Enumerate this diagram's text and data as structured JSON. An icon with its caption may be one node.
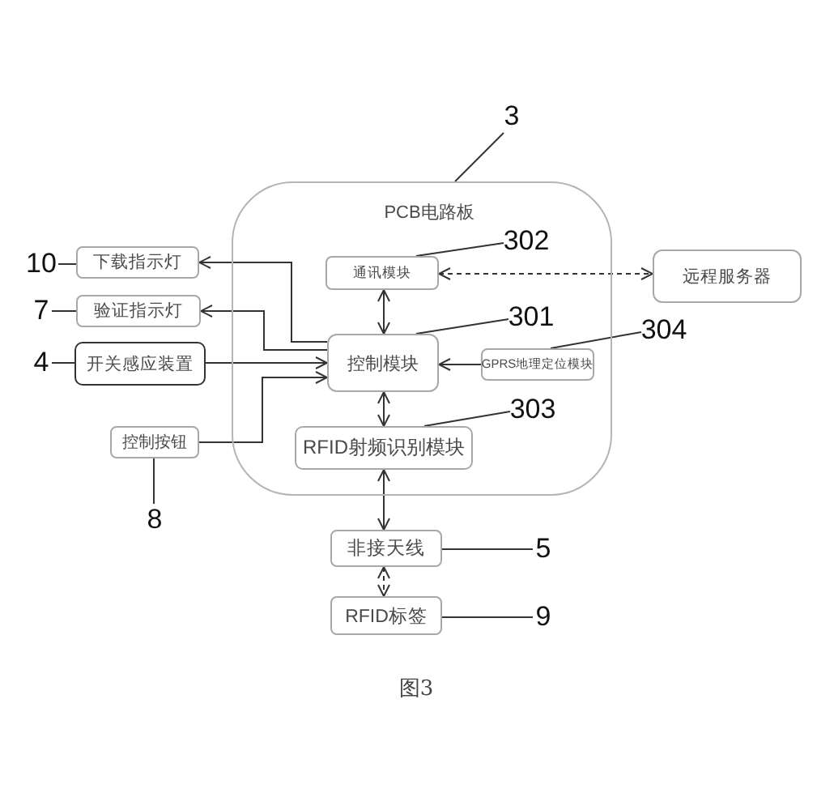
{
  "diagram": {
    "caption": "图3",
    "nodes": [
      {
        "text": [
          "3"
        ]
      },
      {
        "text": [
          "PCB电路板"
        ]
      },
      {
        "text": [
          "302"
        ],
        "in": 1
      },
      {
        "text": [
          "通讯模块"
        ],
        "in": 1
      },
      {
        "text": [
          "远程服务器"
        ]
      },
      {
        "text": [
          "10"
        ]
      },
      {
        "text": [
          "下载指示灯"
        ]
      },
      {
        "text": [
          "7"
        ]
      },
      {
        "text": [
          "验证指示灯"
        ]
      },
      {
        "text": [
          "301"
        ],
        "in": 1
      },
      {
        "text": [
          "控制模块"
        ],
        "in": 1
      },
      {
        "text": [
          "304"
        ]
      },
      {
        "text": [
          "GPRS地理定位模块"
        ],
        "in": 1
      },
      {
        "text": [
          "4"
        ]
      },
      {
        "text": [
          "开关感应装置"
        ]
      },
      {
        "text": [
          "303"
        ],
        "in": 1
      },
      {
        "text": [
          "RFID射频识别模块"
        ],
        "in": 1
      },
      {
        "text": [
          "控制按钮"
        ]
      },
      {
        "text": [
          "8"
        ]
      },
      {
        "text": [
          "非接天线"
        ]
      },
      {
        "text": [
          "5"
        ]
      },
      {
        "text": [
          "RFID标签"
        ]
      },
      {
        "text": [
          "9"
        ]
      }
    ],
    "edges": [
      {
        "from": 3,
        "to": 4,
        "arrow": "both",
        "style": "dashed"
      },
      {
        "from": 3,
        "to": 10,
        "arrow": "both"
      },
      {
        "from": 10,
        "to": 6,
        "arrow": "to"
      },
      {
        "from": 10,
        "to": 8,
        "arrow": "to"
      },
      {
        "from": 14,
        "to": 10,
        "arrow": "to"
      },
      {
        "from": 17,
        "to": 10,
        "arrow": "to"
      },
      {
        "from": 12,
        "to": 10,
        "arrow": "to"
      },
      {
        "from": 10,
        "to": 16,
        "arrow": "both"
      },
      {
        "from": 16,
        "to": 19,
        "arrow": "both"
      },
      {
        "from": 19,
        "to": 21,
        "arrow": "both",
        "style": "dashed"
      },
      {
        "from": 0,
        "to": 1,
        "arrow": "none"
      },
      {
        "from": 2,
        "to": 3,
        "arrow": "none"
      },
      {
        "from": 9,
        "to": 10,
        "arrow": "none"
      },
      {
        "from": 11,
        "to": 12,
        "arrow": "none"
      },
      {
        "from": 15,
        "to": 16,
        "arrow": "none"
      },
      {
        "from": 5,
        "to": 6,
        "arrow": "none"
      },
      {
        "from": 7,
        "to": 8,
        "arrow": "none"
      },
      {
        "from": 13,
        "to": 14,
        "arrow": "none"
      },
      {
        "from": 18,
        "to": 17,
        "arrow": "none"
      },
      {
        "from": 20,
        "to": 19,
        "arrow": "none"
      },
      {
        "from": 22,
        "to": 21,
        "arrow": "none"
      }
    ]
  }
}
